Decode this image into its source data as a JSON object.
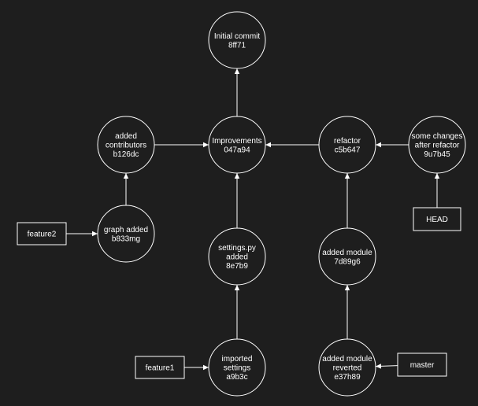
{
  "colors": {
    "background": "#1e1e1e",
    "stroke": "#ffffff",
    "text": "#ffffff"
  },
  "commits": [
    {
      "id": "initial",
      "lines": [
        "Initial commit",
        "8ff71"
      ]
    },
    {
      "id": "improvements",
      "lines": [
        "Improvements",
        "047a94"
      ]
    },
    {
      "id": "contributors",
      "lines": [
        "added",
        "contributors",
        "b126dc"
      ]
    },
    {
      "id": "refactor",
      "lines": [
        "refactor",
        "c5b647"
      ]
    },
    {
      "id": "some-changes",
      "lines": [
        "some changes",
        "after refactor",
        "9u7b45"
      ]
    },
    {
      "id": "graph-added",
      "lines": [
        "graph added",
        "b833mg"
      ]
    },
    {
      "id": "settings-py",
      "lines": [
        "settings.py",
        "added",
        "8e7b9"
      ]
    },
    {
      "id": "added-module",
      "lines": [
        "added module",
        "7d89g6"
      ]
    },
    {
      "id": "imported-settings",
      "lines": [
        "imported",
        "settings",
        "a9b3c"
      ]
    },
    {
      "id": "module-reverted",
      "lines": [
        "added module",
        "reverted",
        "e37h89"
      ]
    }
  ],
  "refs": [
    {
      "id": "feature2",
      "label": "feature2"
    },
    {
      "id": "head",
      "label": "HEAD"
    },
    {
      "id": "feature1",
      "label": "feature1"
    },
    {
      "id": "master",
      "label": "master"
    }
  ],
  "edges": [
    {
      "from": "improvements",
      "to": "initial"
    },
    {
      "from": "contributors",
      "to": "improvements"
    },
    {
      "from": "refactor",
      "to": "improvements"
    },
    {
      "from": "some-changes",
      "to": "refactor"
    },
    {
      "from": "graph-added",
      "to": "contributors"
    },
    {
      "from": "settings-py",
      "to": "improvements"
    },
    {
      "from": "added-module",
      "to": "refactor"
    },
    {
      "from": "imported-settings",
      "to": "settings-py"
    },
    {
      "from": "module-reverted",
      "to": "added-module"
    },
    {
      "from": "feature2",
      "to": "graph-added"
    },
    {
      "from": "head",
      "to": "some-changes"
    },
    {
      "from": "feature1",
      "to": "imported-settings"
    },
    {
      "from": "master",
      "to": "module-reverted"
    }
  ]
}
